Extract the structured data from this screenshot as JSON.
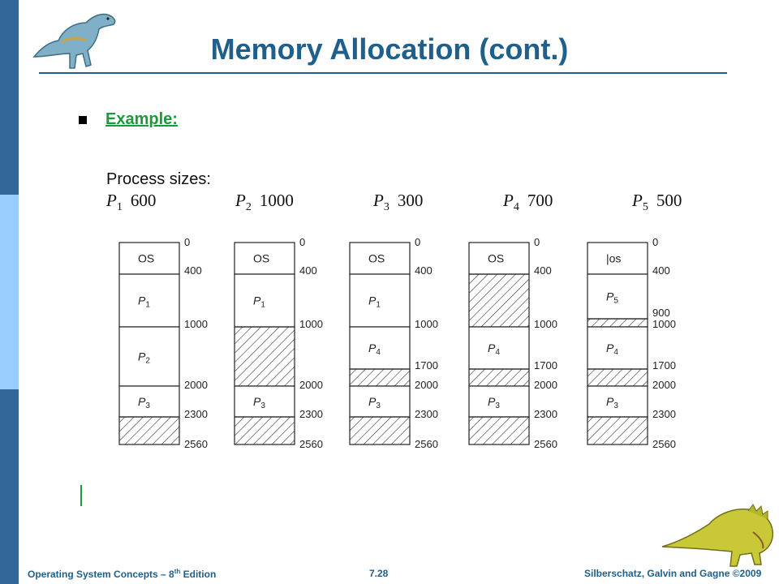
{
  "slide": {
    "title": "Memory Allocation (cont.)",
    "bullet_label": "Example:"
  },
  "footer": {
    "left_prefix": "Operating System Concepts – 8",
    "left_sup": "th",
    "left_suffix": " Edition",
    "page_number": "7.28",
    "right": "Silberschatz, Galvin and Gagne ©2009"
  },
  "diagram": {
    "heading": "Process sizes:",
    "processes": [
      {
        "name": "P",
        "sub": "1",
        "size": "600"
      },
      {
        "name": "P",
        "sub": "2",
        "size": "1000"
      },
      {
        "name": "P",
        "sub": "3",
        "size": "300"
      },
      {
        "name": "P",
        "sub": "4",
        "size": "700"
      },
      {
        "name": "P",
        "sub": "5",
        "size": "500"
      }
    ],
    "columns": [
      {
        "segments": [
          {
            "start": 0,
            "end": 400,
            "label": "OS"
          },
          {
            "start": 400,
            "end": 1000,
            "label": "P",
            "sub": "1"
          },
          {
            "start": 1000,
            "end": 2000,
            "label": "P",
            "sub": "2"
          },
          {
            "start": 2000,
            "end": 2300,
            "label": "P",
            "sub": "3"
          },
          {
            "start": 2300,
            "end": 2560,
            "hatched": true
          }
        ],
        "ticks": [
          "0",
          "400",
          "1000",
          "2000",
          "2300",
          "2560"
        ]
      },
      {
        "segments": [
          {
            "start": 0,
            "end": 400,
            "label": "OS"
          },
          {
            "start": 400,
            "end": 1000,
            "label": "P",
            "sub": "1"
          },
          {
            "start": 1000,
            "end": 2000,
            "hatched": true
          },
          {
            "start": 2000,
            "end": 2300,
            "label": "P",
            "sub": "3"
          },
          {
            "start": 2300,
            "end": 2560,
            "hatched": true
          }
        ],
        "ticks": [
          "0",
          "400",
          "1000",
          "2000",
          "2300",
          "2560"
        ]
      },
      {
        "segments": [
          {
            "start": 0,
            "end": 400,
            "label": "OS"
          },
          {
            "start": 400,
            "end": 1000,
            "label": "P",
            "sub": "1"
          },
          {
            "start": 1000,
            "end": 1700,
            "label": "P",
            "sub": "4"
          },
          {
            "start": 1700,
            "end": 2000,
            "hatched": true
          },
          {
            "start": 2000,
            "end": 2300,
            "label": "P",
            "sub": "3"
          },
          {
            "start": 2300,
            "end": 2560,
            "hatched": true
          }
        ],
        "ticks": [
          "0",
          "400",
          "1000",
          "1700",
          "2000",
          "2300",
          "2560"
        ]
      },
      {
        "segments": [
          {
            "start": 0,
            "end": 400,
            "label": "OS"
          },
          {
            "start": 400,
            "end": 1000,
            "hatched": true
          },
          {
            "start": 1000,
            "end": 1700,
            "label": "P",
            "sub": "4"
          },
          {
            "start": 1700,
            "end": 2000,
            "hatched": true
          },
          {
            "start": 2000,
            "end": 2300,
            "label": "P",
            "sub": "3"
          },
          {
            "start": 2300,
            "end": 2560,
            "hatched": true
          }
        ],
        "ticks": [
          "0",
          "400",
          "1000",
          "1700",
          "2000",
          "2300",
          "2560"
        ]
      },
      {
        "segments": [
          {
            "start": 0,
            "end": 400,
            "label": "|os"
          },
          {
            "start": 400,
            "end": 900,
            "label": "P",
            "sub": "5"
          },
          {
            "start": 900,
            "end": 1000,
            "hatched": true
          },
          {
            "start": 1000,
            "end": 1700,
            "label": "P",
            "sub": "4"
          },
          {
            "start": 1700,
            "end": 2000,
            "hatched": true
          },
          {
            "start": 2000,
            "end": 2300,
            "label": "P",
            "sub": "3"
          },
          {
            "start": 2300,
            "end": 2560,
            "hatched": true
          }
        ],
        "ticks": [
          "0",
          "400",
          "900",
          "1000",
          "1700",
          "2000",
          "2300",
          "2560"
        ]
      }
    ]
  },
  "colors": {
    "title": "#1f5f8b",
    "accent_green": "#1a9a3a",
    "bar_dark": "#336699",
    "bar_light": "#99ccff"
  },
  "icons": [
    "dinosaur-icon",
    "dinosaur-icon"
  ]
}
